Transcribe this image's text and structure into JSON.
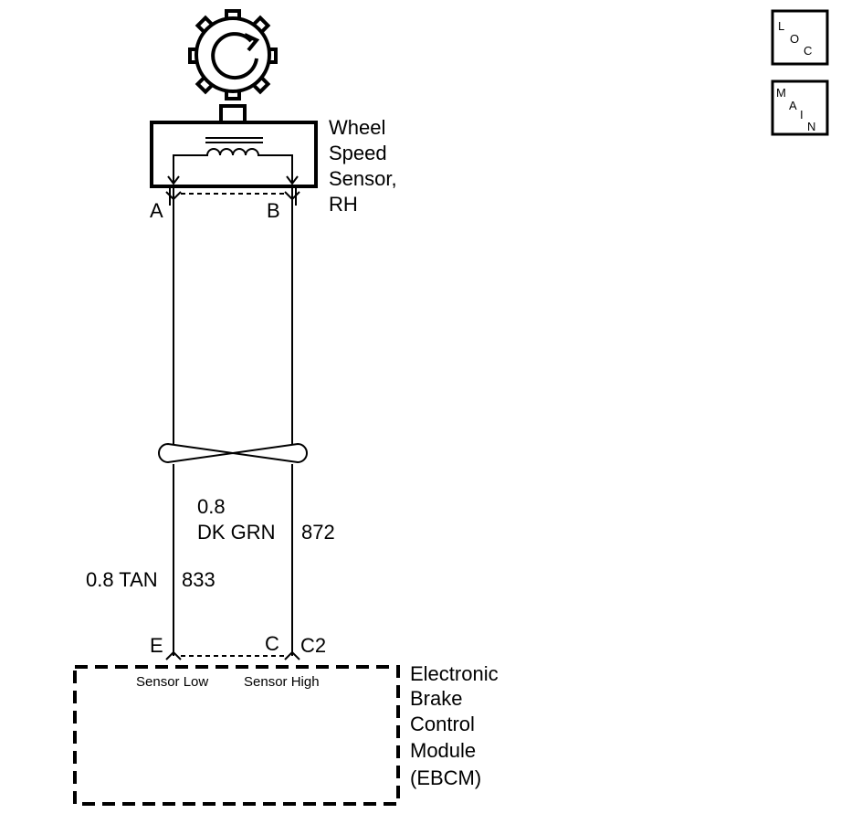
{
  "sensor": {
    "name_lines": [
      "Wheel",
      "Speed",
      "Sensor,",
      "RH"
    ],
    "pin_a": "A",
    "pin_b": "B"
  },
  "wires": {
    "low": {
      "gauge_color": "0.8 TAN",
      "circuit": "833"
    },
    "high": {
      "gauge": "0.8",
      "color": "DK GRN",
      "circuit": "872"
    }
  },
  "module": {
    "name_lines": [
      "Electronic",
      "Brake",
      "Control",
      "Module",
      "(EBCM)"
    ],
    "pin_e": "E",
    "pin_c": "C",
    "connector": "C2",
    "sensor_low_label": "Sensor Low",
    "sensor_high_label": "Sensor High"
  },
  "icons": {
    "loc": {
      "letters": [
        "L",
        "O",
        "C"
      ]
    },
    "main": {
      "letters": [
        "M",
        "A",
        "I",
        "N"
      ]
    }
  }
}
